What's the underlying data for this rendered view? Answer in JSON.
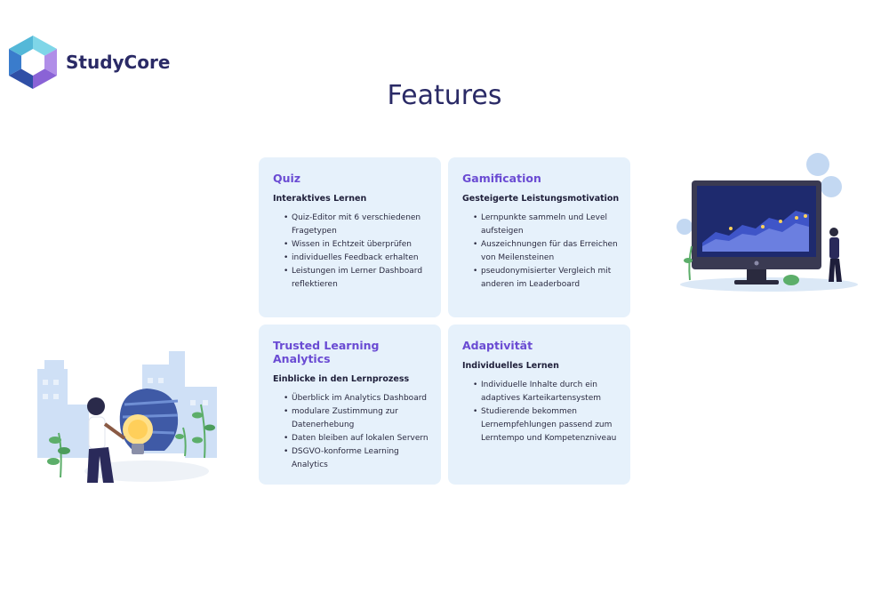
{
  "brand": {
    "name": "StudyCore"
  },
  "page": {
    "title": "Features"
  },
  "cards": [
    {
      "title": "Quiz",
      "subtitle": "Interaktives Lernen",
      "items": [
        "Quiz-Editor mit 6 verschiedenen Fragetypen",
        "Wissen in Echtzeit überprüfen",
        "individuelles Feedback erhalten",
        "Leistungen im Lerner Dashboard reflektieren"
      ]
    },
    {
      "title": "Gamification",
      "subtitle": "Gesteigerte Leistungsmotivation",
      "items": [
        "Lernpunkte sammeln und Level aufsteigen",
        "Auszeichnungen für das Erreichen von Meilensteinen",
        "pseudonymisierter Vergleich mit anderen im Leaderboard"
      ]
    },
    {
      "title": "Trusted Learning Analytics",
      "subtitle": "Einblicke in den Lernprozess",
      "items": [
        "Überblick im Analytics Dashboard",
        "modulare Zustimmung zur Datenerhebung",
        "Daten bleiben auf lokalen Servern",
        "DSGVO-konforme Learning Analytics"
      ]
    },
    {
      "title": "Adaptivität",
      "subtitle": "Individuelles Lernen",
      "items": [
        "Individuelle Inhalte durch ein adaptives Karteikartensystem",
        "Studierende bekommen Lernempfehlungen passend zum Lerntempo und Kompetenzniveau"
      ]
    }
  ],
  "colors": {
    "accent": "#6a4bd3",
    "card_bg": "#e6f1fb",
    "heading": "#2a2a66"
  }
}
